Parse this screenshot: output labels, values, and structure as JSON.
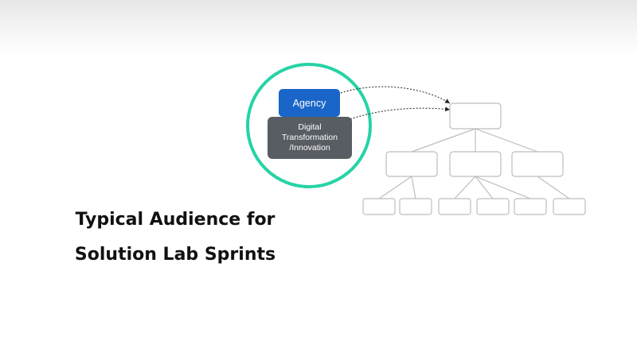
{
  "slide": {
    "title_line1": "Typical Audience for",
    "title_line2": "Solution Lab Sprints"
  },
  "highlight": {
    "ring_color": "#26d3a6",
    "agency_label": "Agency",
    "agency_color": "#1a66c8",
    "digital_label_line1": "Digital",
    "digital_label_line2": "Transformation",
    "digital_label_line3": "/Innovation",
    "digital_color": "#585c63"
  },
  "org_chart": {
    "levels": 3,
    "level2_count": 3,
    "level3_count": 6,
    "box_stroke": "#bdbdbd"
  }
}
